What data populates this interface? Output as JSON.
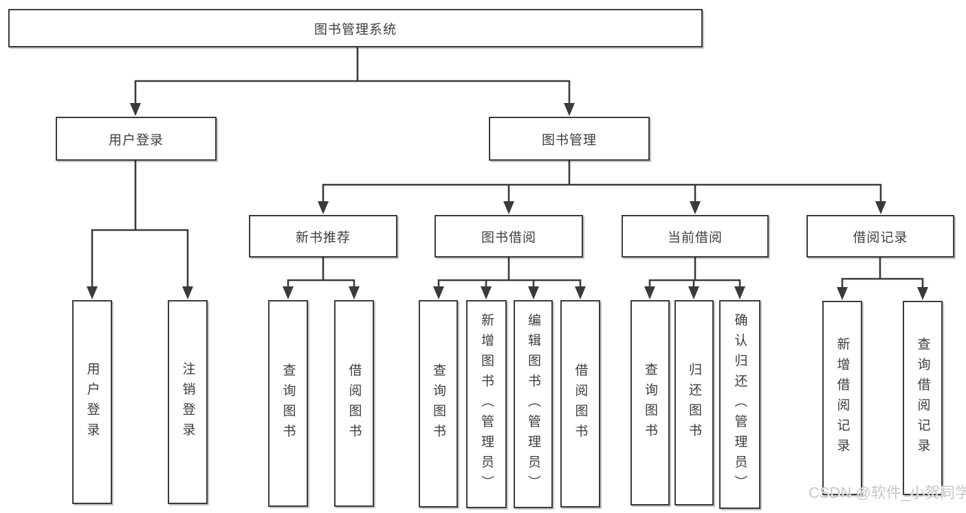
{
  "diagram": {
    "root": {
      "label": "图书管理系统"
    },
    "level2": [
      {
        "label": "用户登录"
      },
      {
        "label": "图书管理"
      }
    ],
    "level3": [
      {
        "label": "新书推荐"
      },
      {
        "label": "图书借阅"
      },
      {
        "label": "当前借阅"
      },
      {
        "label": "借阅记录"
      }
    ],
    "leaves": [
      {
        "label": "用户登录"
      },
      {
        "label": "注销登录"
      },
      {
        "label": "查询图书"
      },
      {
        "label": "借阅图书"
      },
      {
        "label": "查询图书"
      },
      {
        "label": "新增图书（管理员）"
      },
      {
        "label": "编辑图书（管理员）"
      },
      {
        "label": "借阅图书"
      },
      {
        "label": "查询图书"
      },
      {
        "label": "归还图书"
      },
      {
        "label": "确认归还（管理员）"
      },
      {
        "label": "新增借阅记录"
      },
      {
        "label": "查询借阅记录"
      }
    ]
  },
  "watermark": {
    "text": "CSDN @软件_小贺同学"
  },
  "colors": {
    "line": "#3a3a3a",
    "text": "#3d3d3d",
    "bg": "#ffffff",
    "box_bg": "#ffffff",
    "watermark": "#c7c7c7"
  }
}
